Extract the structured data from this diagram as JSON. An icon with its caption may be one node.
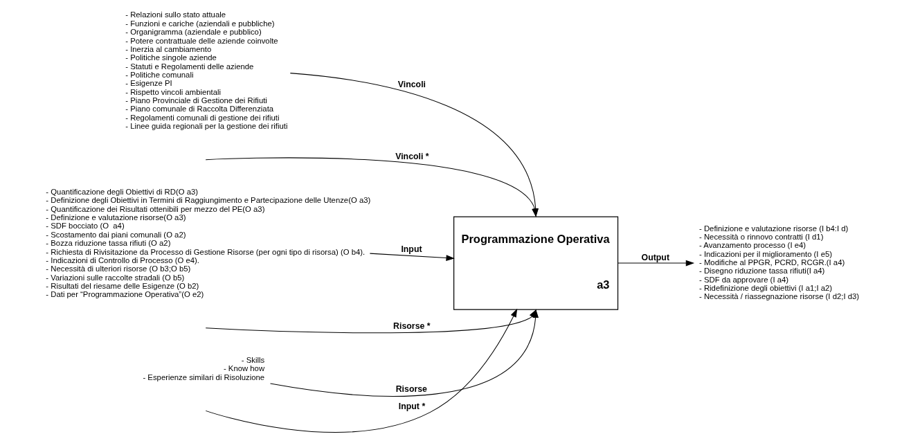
{
  "diagram": {
    "nodes": [
      {
        "text": [
          "Programmazione Operativa",
          "a3"
        ]
      },
      {
        "text": [
          "- Quantificazione degli Obiettivi di RD(O a3)",
          "- Definizione degli Obiettivi in Termini di Raggiungimento e Partecipazione delle Utenze(O a3)",
          "- Quantificazione dei Risultati ottenibili per mezzo del PE(O a3)",
          "- Definizione e valutazione risorse(O a3)",
          "- SDF bocciato (O  a4)",
          "- Scostamento dai piani comunali (O a2)",
          "- Bozza riduzione tassa rifiuti (O a2)",
          "- Richiesta di Rivisitazione da Processo di Gestione Risorse (per ogni tipo di risorsa) (O b4).",
          "- Indicazioni di Controllo di Processo (O e4).",
          "- Necessità di ulteriori risorse (O b3;O b5)",
          "- Variazioni sulle raccolte stradali (O b5)",
          "- Risultati del riesame delle Esigenze (O b2)",
          "- Dati per “Programmazione Operativa”(O e2)"
        ]
      },
      {
        "text": [
          "- Relazioni sullo stato attuale",
          "- Funzioni e cariche (aziendali e pubbliche)",
          "- Organigramma (aziendale e pubblico)",
          "- Potere contrattuale delle aziende coinvolte",
          "- Inerzia al cambiamento",
          "- Politiche singole aziende",
          "- Statuti e Regolamenti delle aziende",
          "- Politiche comunali",
          "- Esigenze PI",
          "- Rispetto vincoli ambientali",
          "- Piano Provinciale di Gestione dei Rifiuti",
          "- Piano comunale di Raccolta Differenziata",
          "- Regolamenti comunali di gestione dei rifiuti",
          "- Linee guida regionali per la gestione dei rifiuti"
        ]
      },
      {
        "text": [
          "- Skills",
          "- Know how",
          "- Esperienze similari di Risoluzione"
        ]
      },
      {
        "text": [
          "- Definizione e valutazione risorse (I b4:I d)",
          "- Necessità o rinnovo contratti (I d1)",
          "- Avanzamento processo (I e4)",
          "- Indicazioni per il miglioramento (I e5)",
          "- Modifiche al PPGR, PCRD, RCGR.(I a4)",
          "- Disegno riduzione tassa rifiuti(I a4)",
          "- SDF da approvare (I a4)",
          "- Ridefinizione degli obiettivi (I a1;I a2)",
          "- Necessità / riassegnazione risorse (I d2;I d3)"
        ]
      }
    ],
    "edges": [
      {
        "from": 1,
        "to": 0,
        "arrow": "to",
        "label": "Input"
      },
      {
        "from": null,
        "to": 0,
        "arrow": "to",
        "label": "Input *"
      },
      {
        "from": null,
        "to": 0,
        "arrow": "to",
        "label": "Vincoli *"
      },
      {
        "from": 2,
        "to": 0,
        "arrow": "to",
        "label": "Vincoli"
      },
      {
        "from": 3,
        "to": 0,
        "arrow": "to",
        "label": "Risorse"
      },
      {
        "from": null,
        "to": 0,
        "arrow": "to",
        "label": "Risorse *"
      },
      {
        "from": 0,
        "to": 4,
        "arrow": "to",
        "label": "Output"
      }
    ]
  }
}
